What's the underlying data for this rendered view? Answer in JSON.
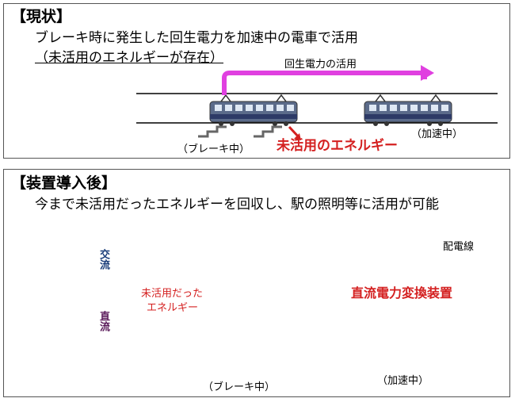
{
  "current": {
    "heading": "【現状】",
    "line1": "ブレーキ時に発生した回生電力を加速中の電車で活用",
    "line2": "（未活用のエネルギーが存在）",
    "regen_label": "回生電力の活用",
    "braking_label": "（ブレーキ中）",
    "accel_label": "（加速中）",
    "unused_label": "未活用のエネルギー"
  },
  "after": {
    "heading": "【装置導入後】",
    "line1": "今まで未活用だったエネルギーを回収し、駅の照明等に活用が可能",
    "ac_label": "交流",
    "dc_label": "直流",
    "distribution_label": "配電線",
    "unused_line1": "未活用だった",
    "unused_line2": "エネルギー",
    "converter_label": "直流電力変換装置",
    "braking_label": "（ブレーキ中）",
    "accel_label": "（加速中）"
  },
  "colors": {
    "magenta": "#e040e0",
    "blue_arrow": "#2a78c8",
    "red_text": "#d42020",
    "converter_fill": "#f2c000",
    "green_dash": "#2e7d32"
  }
}
